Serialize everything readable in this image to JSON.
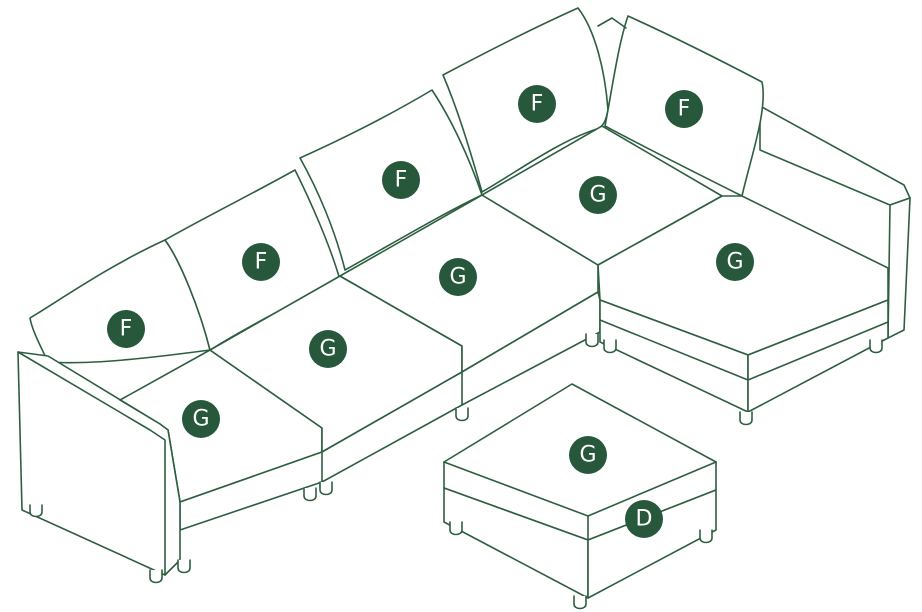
{
  "colors": {
    "line": "#2e5e40",
    "badge": "#27583b",
    "badge_text": "#ffffff",
    "background": "#ffffff"
  },
  "labels": {
    "back_cushion": "F",
    "seat_cushion": "G",
    "ottoman_base": "D"
  },
  "badges": {
    "back_1": "F",
    "back_2": "F",
    "back_3": "F",
    "back_4": "F",
    "back_5": "F",
    "seat_1": "G",
    "seat_2": "G",
    "seat_3": "G",
    "seat_4": "G",
    "seat_5": "G",
    "ottoman_seat": "G",
    "ottoman_base": "D"
  }
}
